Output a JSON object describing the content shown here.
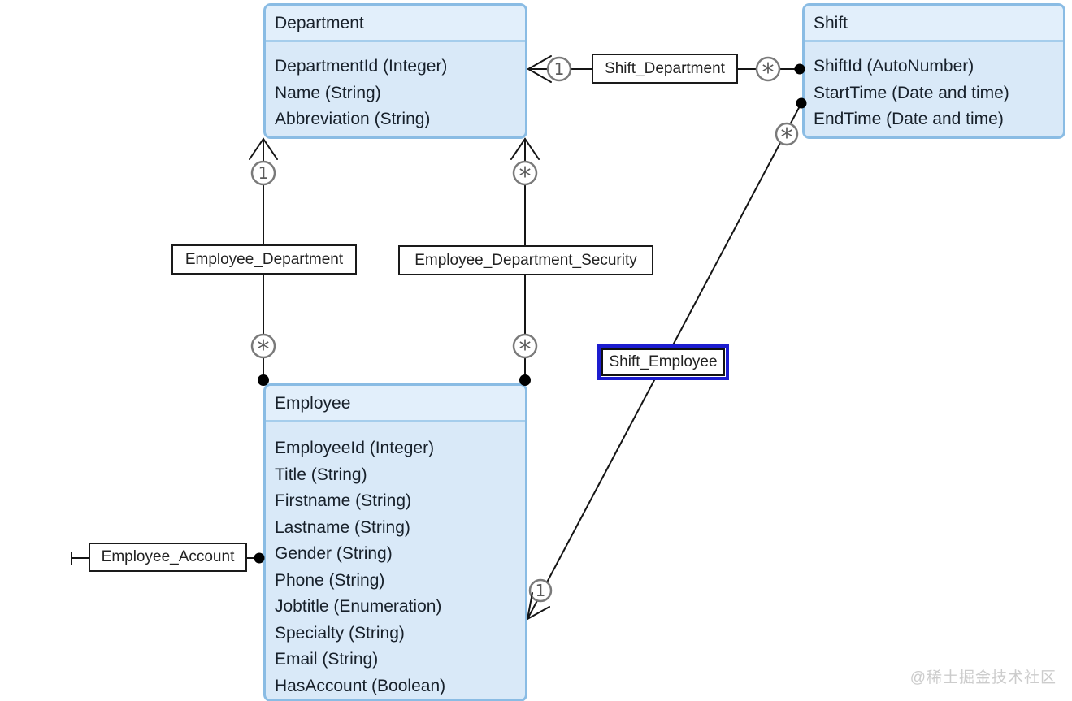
{
  "watermark": "@稀土掘金技术社区",
  "colors": {
    "entity_fill": "#d9e9f8",
    "entity_header_fill": "#e2effb",
    "entity_border": "#8abce4",
    "entity_divider": "#a5cdec",
    "connector_line": "#151515",
    "multiplicity_circle_stroke": "#7a7a7a",
    "label_border": "#1a1a1a",
    "selection_highlight": "#1c1ccf"
  },
  "entities": {
    "department": {
      "title": "Department",
      "fields": [
        "DepartmentId (Integer)",
        "Name (String)",
        "Abbreviation (String)"
      ]
    },
    "shift": {
      "title": "Shift",
      "fields": [
        "ShiftId (AutoNumber)",
        "StartTime (Date and time)",
        "EndTime (Date and time)"
      ]
    },
    "employee": {
      "title": "Employee",
      "fields": [
        "EmployeeId (Integer)",
        "Title (String)",
        "Firstname (String)",
        "Lastname (String)",
        "Gender (String)",
        "Phone (String)",
        "Jobtitle (Enumeration)",
        "Specialty (String)",
        "Email (String)",
        "HasAccount (Boolean)"
      ]
    }
  },
  "connectors": {
    "shift_department": {
      "label": "Shift_Department",
      "department_mult": "1",
      "shift_mult": "*",
      "selected": false
    },
    "employee_department": {
      "label": "Employee_Department",
      "department_mult": "1",
      "employee_mult": "*",
      "selected": false
    },
    "employee_department_security": {
      "label": "Employee_Department_Security",
      "department_mult": "*",
      "employee_mult": "*",
      "selected": false
    },
    "shift_employee": {
      "label": "Shift_Employee",
      "shift_mult": "*",
      "employee_mult": "1",
      "selected": true
    },
    "employee_account": {
      "label": "Employee_Account",
      "selected": false
    }
  }
}
